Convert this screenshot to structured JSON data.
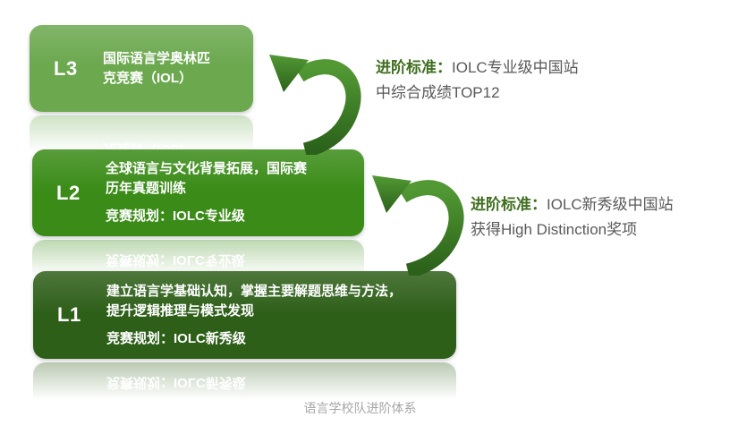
{
  "caption": "语言学校队进阶体系",
  "colors": {
    "l3_green": "#6ba84e",
    "l2_green": "#3a8b17",
    "l1_green": "#2e5f19",
    "criteria_label_green": "#3f6e1f",
    "criteria_text_gray": "#595959",
    "caption_gray": "#a6a6a6",
    "arrow_light": "#529934",
    "arrow_dark": "#2b611a",
    "box_text_white": "#ffffff"
  },
  "levels": [
    {
      "label": "L3",
      "desc": "国际语言学奥林匹克竞赛（IOL）",
      "plan": "",
      "color": "#6ba84e"
    },
    {
      "label": "L2",
      "desc": "全球语言与文化背景拓展，国际赛历年真题训练",
      "plan": "竞赛规划：IOLC专业级",
      "color": "#3a8b17"
    },
    {
      "label": "L1",
      "desc": "建立语言学基础认知，掌握主要解题思维与方法，提升逻辑推理与模式发现",
      "plan": "竞赛规划：IOLC新秀级",
      "color": "#2e5f19"
    }
  ],
  "criteria": [
    {
      "label": "进阶标准：",
      "text_line1": "IOLC专业级中国站",
      "text_line2": "中综合成绩TOP12"
    },
    {
      "label": "进阶标准：",
      "text_line1": "IOLC新秀级中国站",
      "text_line2": "获得High Distinction奖项"
    }
  ]
}
